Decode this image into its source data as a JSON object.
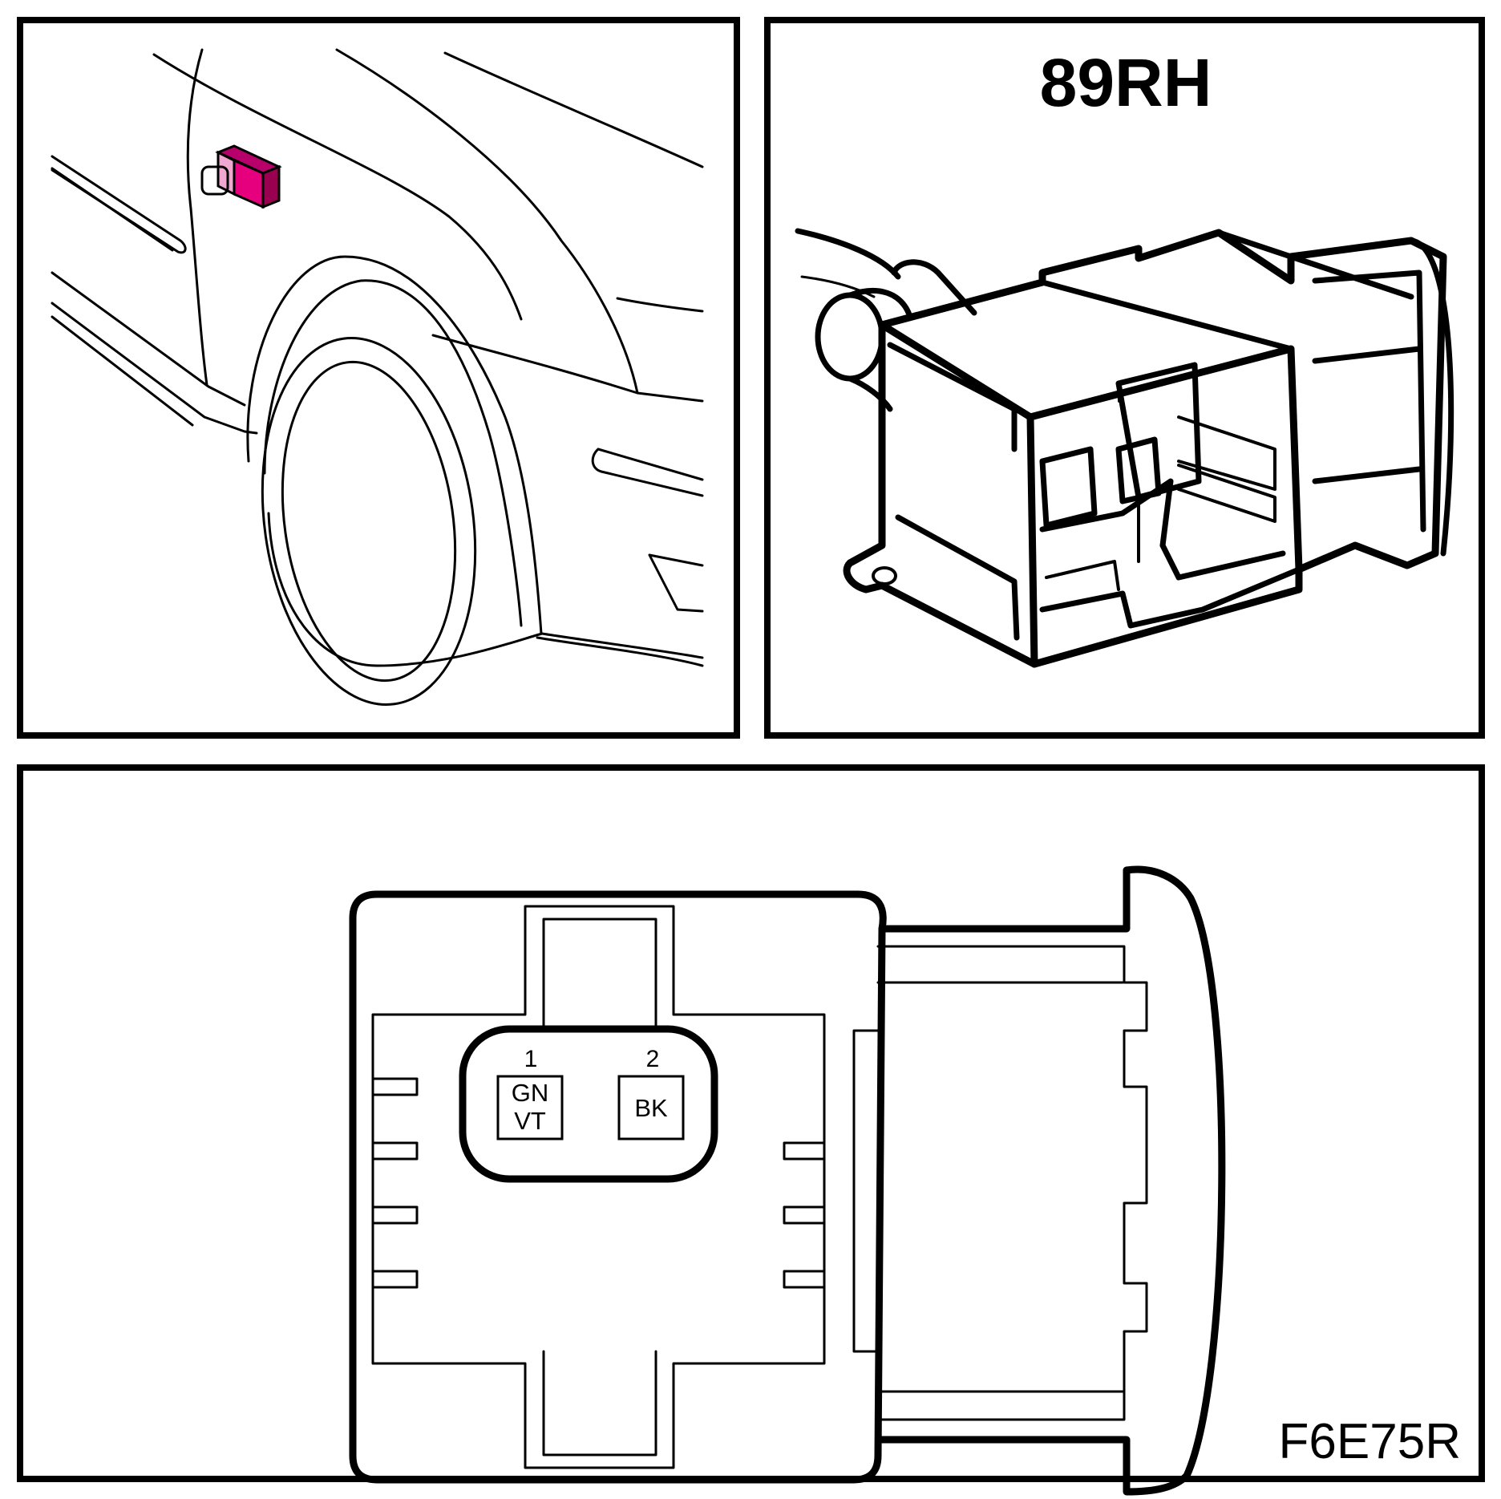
{
  "connector": {
    "id": "89RH"
  },
  "figure": {
    "code": "F6E75R"
  },
  "pins": [
    {
      "number": "1",
      "wire_top": "GN",
      "wire_bottom": "VT"
    },
    {
      "number": "2",
      "wire_top": "BK",
      "wire_bottom": ""
    }
  ],
  "colors": {
    "highlight": "#e6007e",
    "line": "#000000",
    "background": "#ffffff"
  }
}
